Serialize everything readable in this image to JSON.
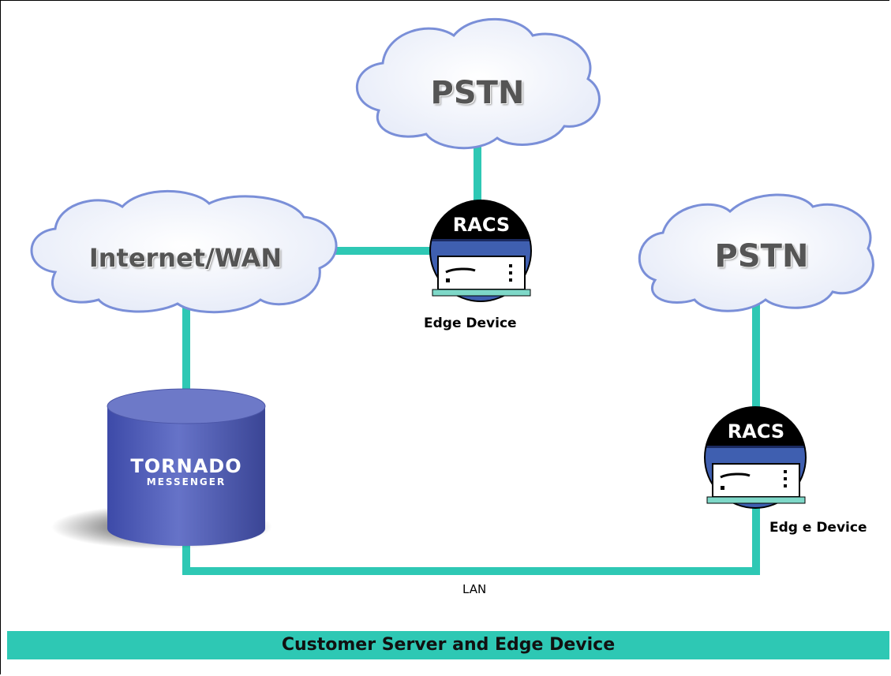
{
  "colors": {
    "link": "#2ec8b4",
    "cloud_outline": "#7a8fd8",
    "racs_top": "#000000",
    "racs_band": "#3f5fb0",
    "database": "#5866c0"
  },
  "clouds": {
    "pstn_top": "PSTN",
    "internet": "Internet/WAN",
    "pstn_right": "PSTN"
  },
  "devices": {
    "racs_top": {
      "title": "RACS",
      "caption": "Edge Device"
    },
    "racs_right": {
      "title": "RACS",
      "caption": "Edg e Device"
    }
  },
  "server": {
    "line1": "TORNADO",
    "line2": "MESSENGER"
  },
  "lan_label": "LAN",
  "banner": "Customer Server and Edge Device"
}
